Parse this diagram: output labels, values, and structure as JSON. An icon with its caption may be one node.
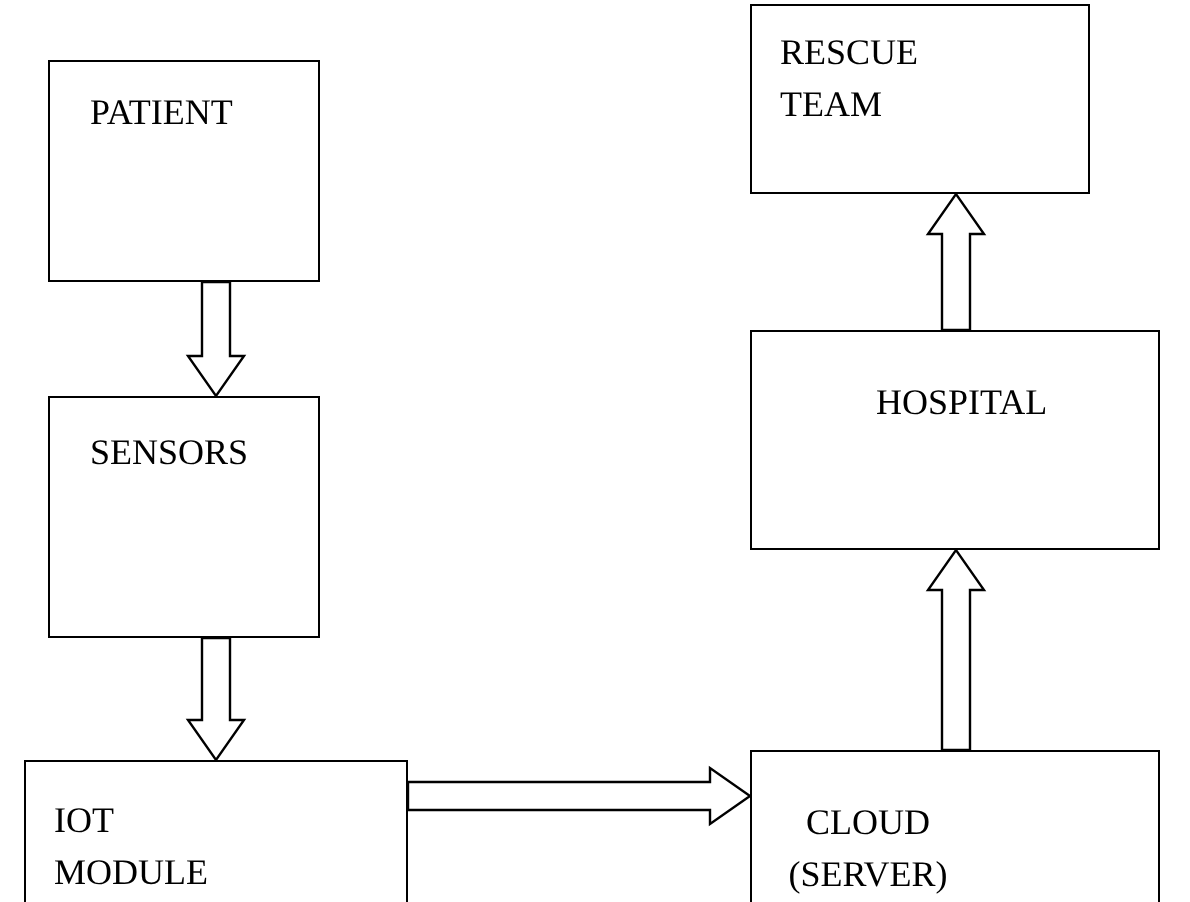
{
  "diagram": {
    "nodes": [
      {
        "text": [
          "PATIENT"
        ]
      },
      {
        "text": [
          "SENSORS"
        ]
      },
      {
        "text": [
          "IOT MODULE"
        ]
      },
      {
        "text": [
          "CLOUD (SERVER)"
        ]
      },
      {
        "text": [
          "HOSPITAL"
        ]
      },
      {
        "text": [
          "RESCUE TEAM"
        ]
      }
    ],
    "edges": [
      {
        "from": 0,
        "to": 1,
        "arrow": "to"
      },
      {
        "from": 1,
        "to": 2,
        "arrow": "to"
      },
      {
        "from": 2,
        "to": 3,
        "arrow": "to"
      },
      {
        "from": 3,
        "to": 4,
        "arrow": "to"
      },
      {
        "from": 4,
        "to": 5,
        "arrow": "to"
      }
    ]
  }
}
